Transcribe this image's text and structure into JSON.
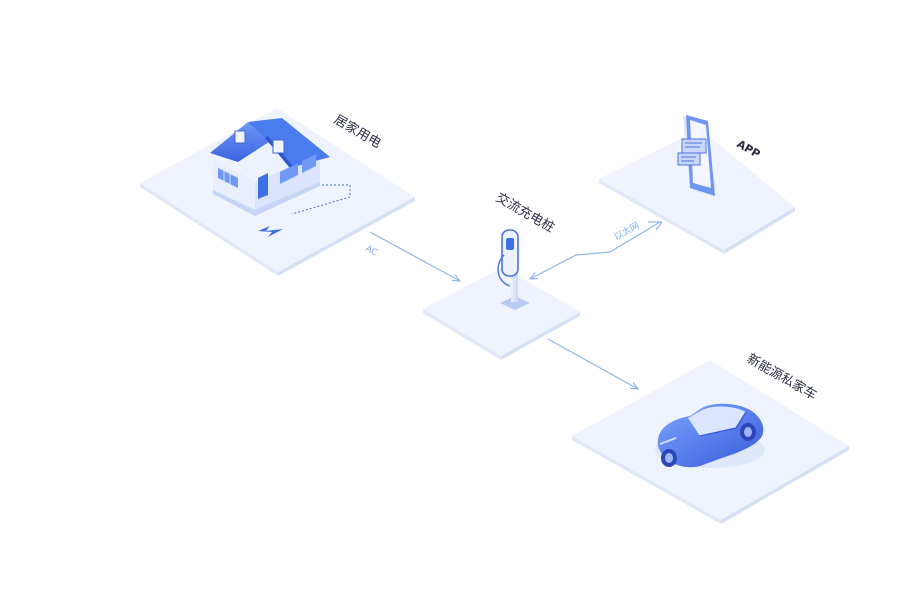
{
  "diagram": {
    "nodes": {
      "home": {
        "label": "居家用电",
        "icon": "house-icon"
      },
      "charger": {
        "label": "交流充电桩",
        "icon": "ev-charger-icon"
      },
      "app": {
        "label": "APP",
        "icon": "smartphone-icon"
      },
      "car": {
        "label": "新能源私家车",
        "icon": "car-icon"
      }
    },
    "connectors": {
      "home_to_charger": {
        "label": "AC"
      },
      "charger_to_app": {
        "label": "以太网"
      },
      "charger_to_car": {
        "label": ""
      }
    },
    "colors": {
      "platform": "#eef3fd",
      "platform_edge": "#d9e3f6",
      "accent": "#3f72ee",
      "accent_light": "#7fa6f6",
      "line": "#8fb6ea",
      "label_text": "#2a2f45"
    }
  }
}
